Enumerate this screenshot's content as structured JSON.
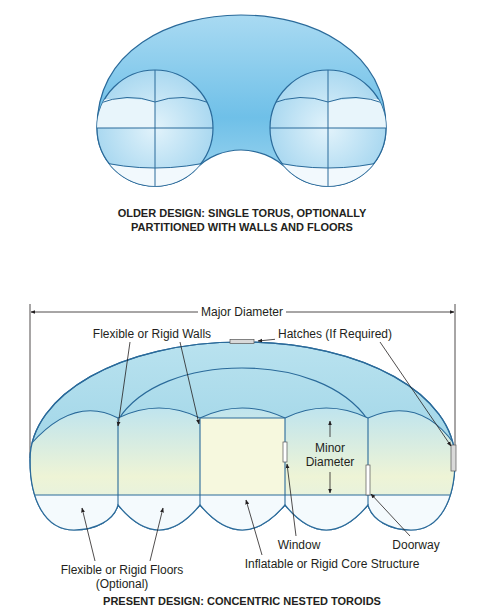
{
  "diagram": {
    "labels": [
      "OLDER DESIGN: SINGLE TORUS, OPTIONALLY PARTITIONED WITH WALLS AND FLOORS",
      "Major Diameter",
      "Flexible or Rigid Walls",
      "Hatches (If Required)",
      "Minor Diameter",
      "Window",
      "Doorway",
      "Flexible or Rigid Floors (Optional)",
      "Inflatable or Rigid Core Structure",
      "PRESENT DESIGN: CONCENTRIC NESTED TOROIDS"
    ]
  }
}
